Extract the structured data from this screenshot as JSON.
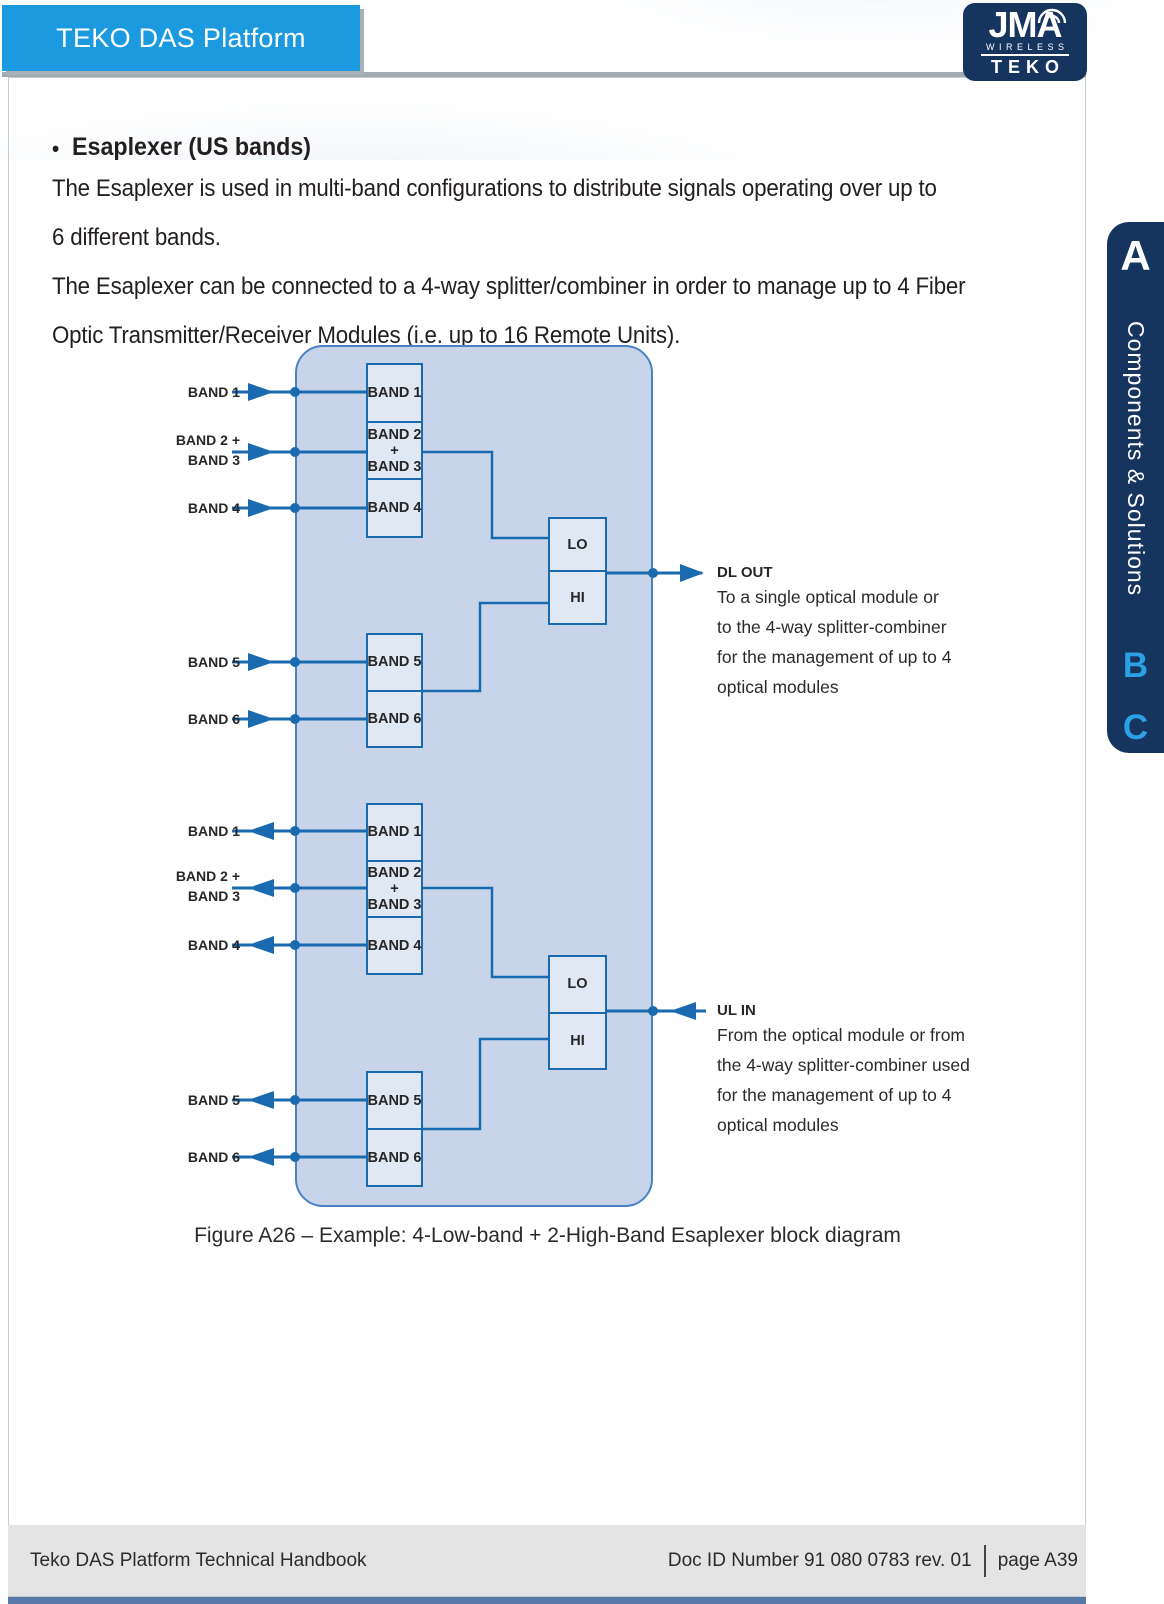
{
  "header": {
    "title": "TEKO DAS Platform"
  },
  "logo": {
    "jma": "JMA",
    "wireless": "WIRELESS",
    "teko": "TEKO"
  },
  "side_tab": {
    "a": "A",
    "label": "Components & Solutions",
    "b": "B",
    "c": "C"
  },
  "article": {
    "bullet": "•",
    "heading": "Esaplexer (US bands)",
    "para1": "The Esaplexer is used in multi-band configurations to distribute signals operating over up to\n6 different bands.",
    "para2": "The Esaplexer can be connected to a 4-way splitter/combiner in order to manage up to 4 Fiber\nOptic Transmitter/Receiver Modules (i.e. up to 16 Remote Units)."
  },
  "diagram": {
    "dl": {
      "input_labels": [
        "BAND 1",
        "BAND 2 +\nBAND 3",
        "BAND 4",
        "BAND 5",
        "BAND 6"
      ],
      "filter_boxes": [
        "BAND 1",
        "BAND 2\n+\nBAND 3",
        "BAND 4",
        "BAND 5",
        "BAND 6"
      ],
      "combiner": {
        "lo": "LO",
        "hi": "HI"
      },
      "port_label": "DL OUT",
      "port_desc": "To a single optical module or\nto the 4-way splitter-combiner\nfor the management of up to 4\noptical modules"
    },
    "ul": {
      "output_labels": [
        "BAND 1",
        "BAND 2 +\nBAND 3",
        "BAND 4",
        "BAND 5",
        "BAND 6"
      ],
      "filter_boxes": [
        "BAND 1",
        "BAND 2\n+\nBAND 3",
        "BAND 4",
        "BAND 5",
        "BAND 6"
      ],
      "combiner": {
        "lo": "LO",
        "hi": "HI"
      },
      "port_label": "UL IN",
      "port_desc": "From the optical module or from\nthe 4-way splitter-combiner used\nfor the management of up to 4\noptical modules"
    },
    "caption": "Figure A26 – Example: 4-Low-band + 2-High-Band Esaplexer block diagram"
  },
  "footer": {
    "left": "Teko DAS Platform Technical Handbook",
    "doc_id": "Doc ID Number 91 080 0783 rev. 01",
    "page": "page A39"
  },
  "colors": {
    "header_blue": "#1b9ae0",
    "navy": "#15355e",
    "tab_letter_blue": "#2d9fe4",
    "diagram_line_blue": "#1a6ab0",
    "panel_fill": "#c7d4e9",
    "panel_border": "#4a82c4",
    "box_fill": "#e0e8f4",
    "footer_gray": "#e4e4e4",
    "bottom_bar_blue": "#5878a8"
  }
}
